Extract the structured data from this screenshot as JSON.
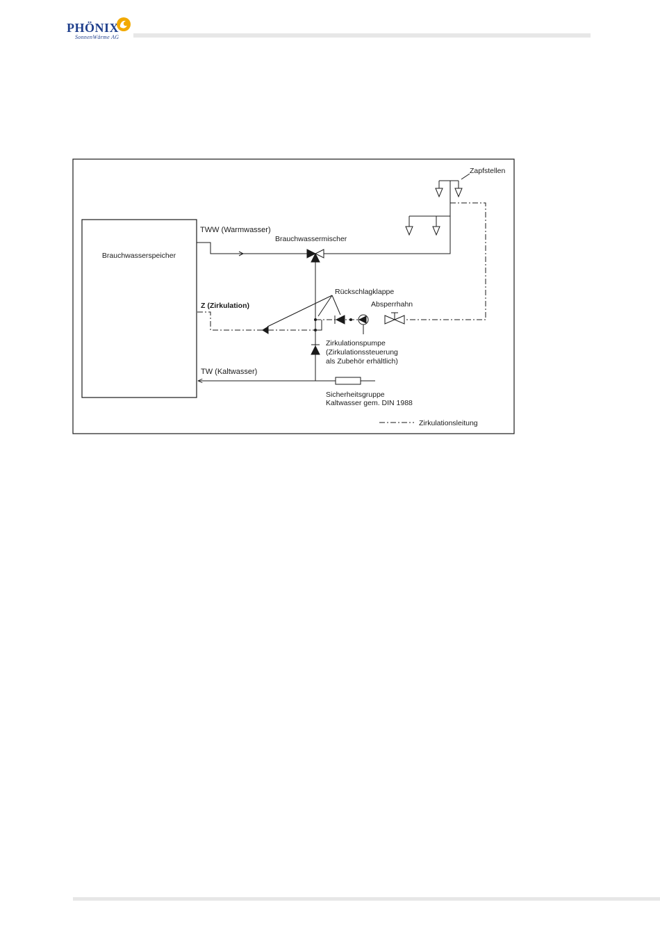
{
  "header": {
    "logo_text": "PHÖNIX",
    "logo_subtext": "SonnenWärme AG",
    "logo_color": "#1f3f8c",
    "logo_accent": "#f2a900",
    "logo_icon": "sun-swirl-icon"
  },
  "diagram": {
    "storage_label": "Brauchwasserspeicher",
    "hot_water_label": "TWW (Warmwasser)",
    "mixer_label": "Brauchwassermischer",
    "circulation_label": "Z (Zirkulation)",
    "check_valve_label": "Rückschlagklappe",
    "shutoff_label": "Absperrhahn",
    "pump_label_line1": "Zirkulationspumpe",
    "pump_label_line2": "(Zirkulationssteuerung",
    "pump_label_line3": "als Zubehör erhältlich)",
    "cold_water_label": "TW (Kaltwasser)",
    "safety_label_line1": "Sicherheitsgruppe",
    "safety_label_line2": "Kaltwasser gem. DIN 1988",
    "taps_label": "Zapfstellen",
    "legend_label": "Zirkulationsleitung"
  }
}
